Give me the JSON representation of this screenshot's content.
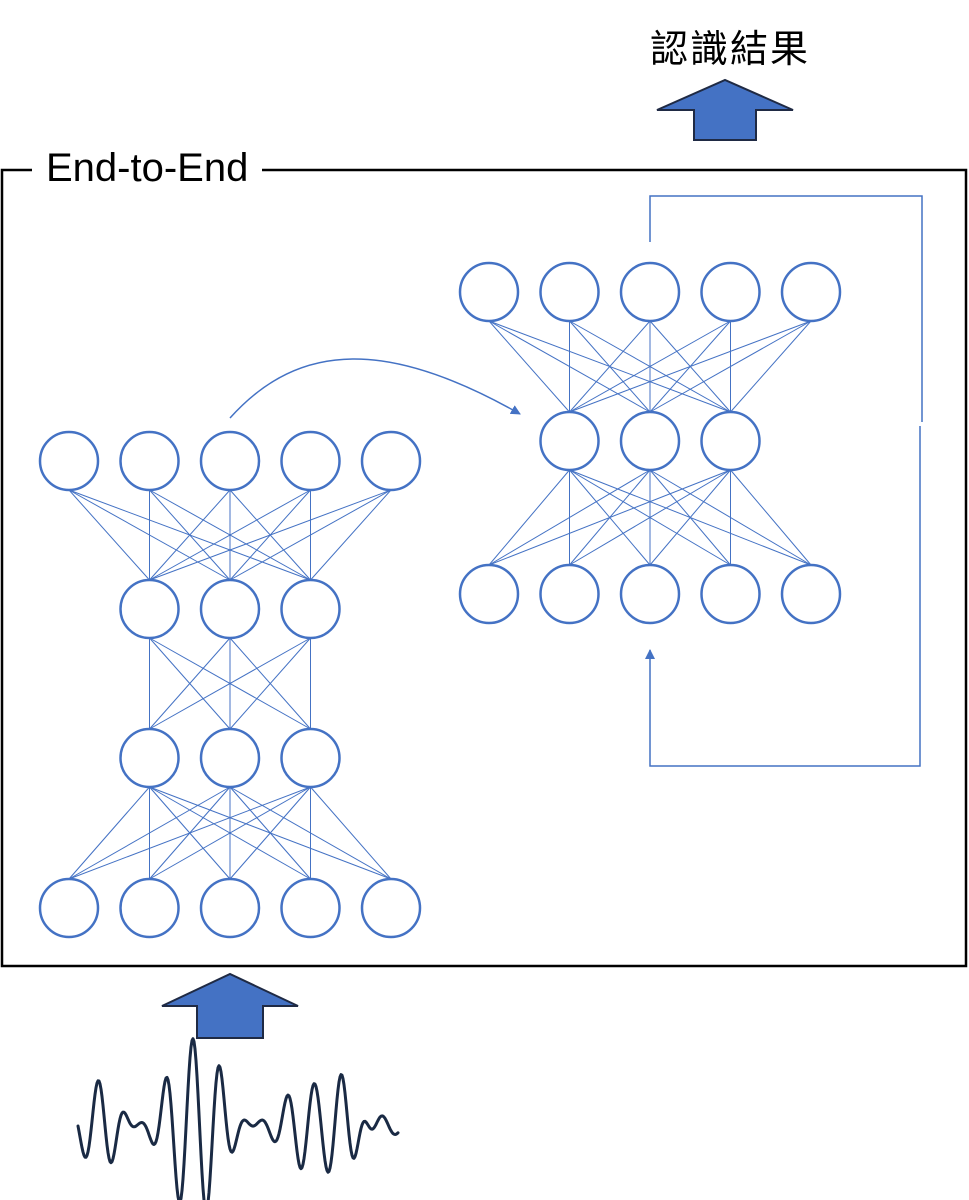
{
  "output_label": "認識結果",
  "frame_label": "End-to-End",
  "colors": {
    "node_stroke": "#4472c4",
    "edge": "#4472c4",
    "arrow_fill": "#4472c4",
    "arrow_stroke": "#1f2a44",
    "waveform": "#1a2a44",
    "frame": "#000000"
  },
  "encoder_network": {
    "layers": [
      5,
      3,
      3,
      5
    ]
  },
  "decoder_network": {
    "layers": [
      5,
      3,
      5
    ]
  },
  "icons": {
    "input_arrow": "block-up-arrow-icon",
    "output_arrow": "block-up-arrow-icon",
    "waveform": "speech-waveform-icon"
  }
}
